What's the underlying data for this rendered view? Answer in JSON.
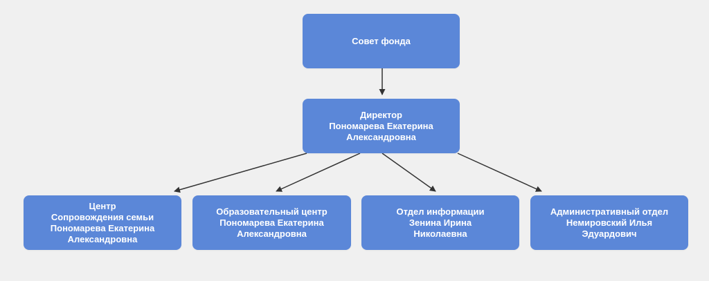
{
  "page": {
    "background_color": "#f0f0f0"
  },
  "org_chart": {
    "node_color": "#5b87d8",
    "text_color": "#ffffff",
    "connector_color": "#333333",
    "root": {
      "id": "council",
      "label": "Совет фонда"
    },
    "director": {
      "id": "director",
      "label": "Директор\nПономарева Екатерина\nАлександровна"
    },
    "departments": [
      {
        "id": "family-support-center",
        "label": "Центр\nСопровождения семьи\nПономарева Екатерина\nАлександровна"
      },
      {
        "id": "education-center",
        "label": "Образовательный центр\nПономарева Екатерина\nАлександровна"
      },
      {
        "id": "information-department",
        "label": "Отдел информации\nЗенина Ирина\nНиколаевна"
      },
      {
        "id": "administrative-department",
        "label": "Административный отдел\nНемировский Илья\nЭдуардович"
      }
    ],
    "edges": [
      {
        "from": "council",
        "to": "director"
      },
      {
        "from": "director",
        "to": "family-support-center"
      },
      {
        "from": "director",
        "to": "education-center"
      },
      {
        "from": "director",
        "to": "information-department"
      },
      {
        "from": "director",
        "to": "administrative-department"
      }
    ]
  }
}
